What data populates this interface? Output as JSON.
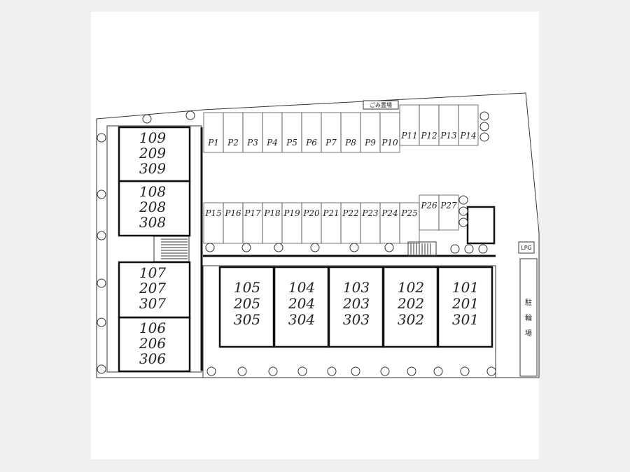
{
  "units_left": [
    {
      "id": "u109",
      "numbers": [
        "109",
        "209",
        "309"
      ]
    },
    {
      "id": "u108",
      "numbers": [
        "108",
        "208",
        "308"
      ]
    },
    {
      "id": "u107",
      "numbers": [
        "107",
        "207",
        "307"
      ]
    },
    {
      "id": "u106",
      "numbers": [
        "106",
        "206",
        "306"
      ]
    }
  ],
  "units_bottom": [
    {
      "id": "u105",
      "numbers": [
        "105",
        "205",
        "305"
      ]
    },
    {
      "id": "u104",
      "numbers": [
        "104",
        "204",
        "304"
      ]
    },
    {
      "id": "u103",
      "numbers": [
        "103",
        "203",
        "303"
      ]
    },
    {
      "id": "u102",
      "numbers": [
        "102",
        "202",
        "302"
      ]
    },
    {
      "id": "u101",
      "numbers": [
        "101",
        "201",
        "301"
      ]
    }
  ],
  "parking_top": [
    "P1",
    "P2",
    "P3",
    "P4",
    "P5",
    "P6",
    "P7",
    "P8",
    "P9",
    "P10",
    "P11",
    "P12",
    "P13",
    "P14"
  ],
  "parking_mid": [
    "P15",
    "P16",
    "P17",
    "P18",
    "P19",
    "P20",
    "P21",
    "P22",
    "P23",
    "P24",
    "P25",
    "P26",
    "P27"
  ],
  "garbage_label": "ごみ置場",
  "lpg_label": "LPG",
  "bike_label": [
    "駐",
    "輪",
    "場"
  ],
  "colors": {
    "line": "#222222",
    "wall": "#111111",
    "sheet": "#ffffff",
    "page": "#f0f0f0"
  }
}
